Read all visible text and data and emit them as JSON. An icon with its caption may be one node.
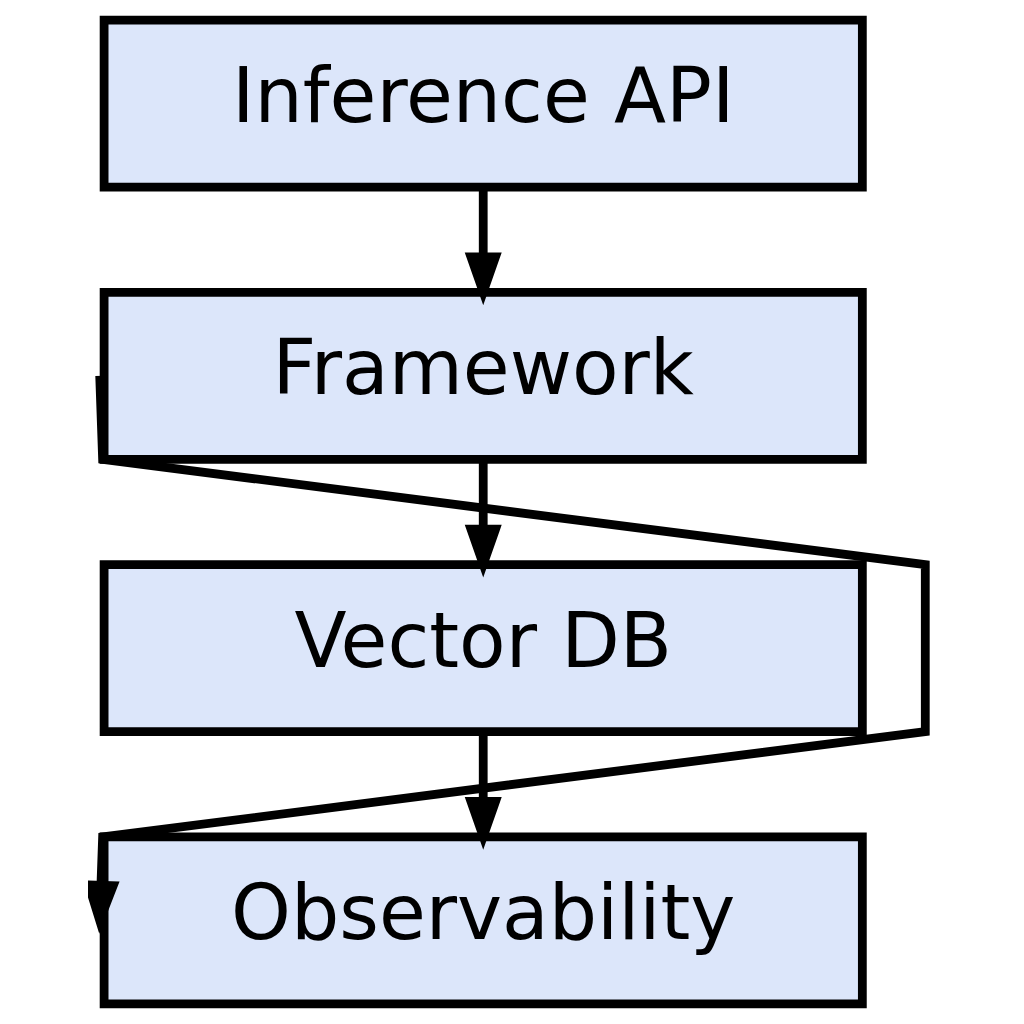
{
  "diagram": {
    "nodes": [
      {
        "text": [
          "Inference API"
        ]
      },
      {
        "text": [
          "Framework"
        ]
      },
      {
        "text": [
          "Vector DB"
        ]
      },
      {
        "text": [
          "Observability"
        ]
      }
    ],
    "edges": [
      {
        "from": 0,
        "to": 1,
        "arrow": "to"
      },
      {
        "from": 1,
        "to": 2,
        "arrow": "to"
      },
      {
        "from": 2,
        "to": 3,
        "arrow": "to"
      },
      {
        "from": 1,
        "to": 3,
        "arrow": "to"
      }
    ]
  }
}
